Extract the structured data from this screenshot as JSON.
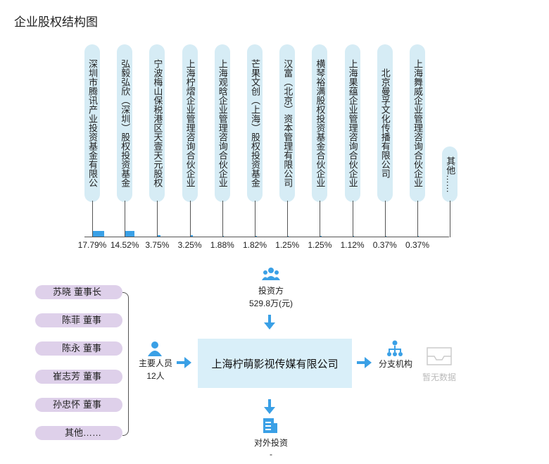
{
  "title": "企业股权结构图",
  "shareholders": [
    {
      "name": "深圳市腾讯产业投资基金有限公",
      "percent": "17.79%",
      "value": 17.79
    },
    {
      "name": "弘毅弘欣（深圳）股权投资基金",
      "percent": "14.52%",
      "value": 14.52
    },
    {
      "name": "宁波梅山保税港区天壹天元股权",
      "percent": "3.75%",
      "value": 3.75
    },
    {
      "name": "上海柠熠企业管理咨询合伙企业",
      "percent": "3.25%",
      "value": 3.25
    },
    {
      "name": "上海观晗企业管理咨询合伙企业",
      "percent": "1.88%",
      "value": 1.88
    },
    {
      "name": "芒果文创（上海）股权投资基金",
      "percent": "1.82%",
      "value": 1.82
    },
    {
      "name": "汉富（北京）资本管理有限公司",
      "percent": "1.25%",
      "value": 1.25
    },
    {
      "name": "横琴裕满股权投资基金合伙企业",
      "percent": "1.25%",
      "value": 1.25
    },
    {
      "name": "上海果蕴企业管理咨询合伙企业",
      "percent": "1.12%",
      "value": 1.12
    },
    {
      "name": "北京曼孚文化传播有限公司",
      "percent": "0.37%",
      "value": 0.37
    },
    {
      "name": "上海舞威企业管理咨询合伙企业",
      "percent": "0.37%",
      "value": 0.37
    },
    {
      "name": "其他……",
      "percent": "",
      "value": 0
    }
  ],
  "investors": {
    "label": "投资方",
    "amount": "529.8万(元)"
  },
  "people": [
    {
      "name": "苏晓",
      "role": "董事长"
    },
    {
      "name": "陈菲",
      "role": "董事"
    },
    {
      "name": "陈永",
      "role": "董事"
    },
    {
      "name": "崔志芳",
      "role": "董事"
    },
    {
      "name": "孙忠怀",
      "role": "董事"
    },
    {
      "name": "其他……",
      "role": ""
    }
  ],
  "key_people": {
    "label": "主要人员",
    "count": "12人"
  },
  "company": "上海柠萌影视传媒有限公司",
  "branch": {
    "label": "分支机构",
    "empty": "暂无数据"
  },
  "outbound": {
    "label": "对外投资",
    "value": "-"
  },
  "colors": {
    "accent": "#3aa0e6",
    "pill": "#d6ecf5",
    "person": "#ded0ea",
    "company": "#d9eff9"
  }
}
